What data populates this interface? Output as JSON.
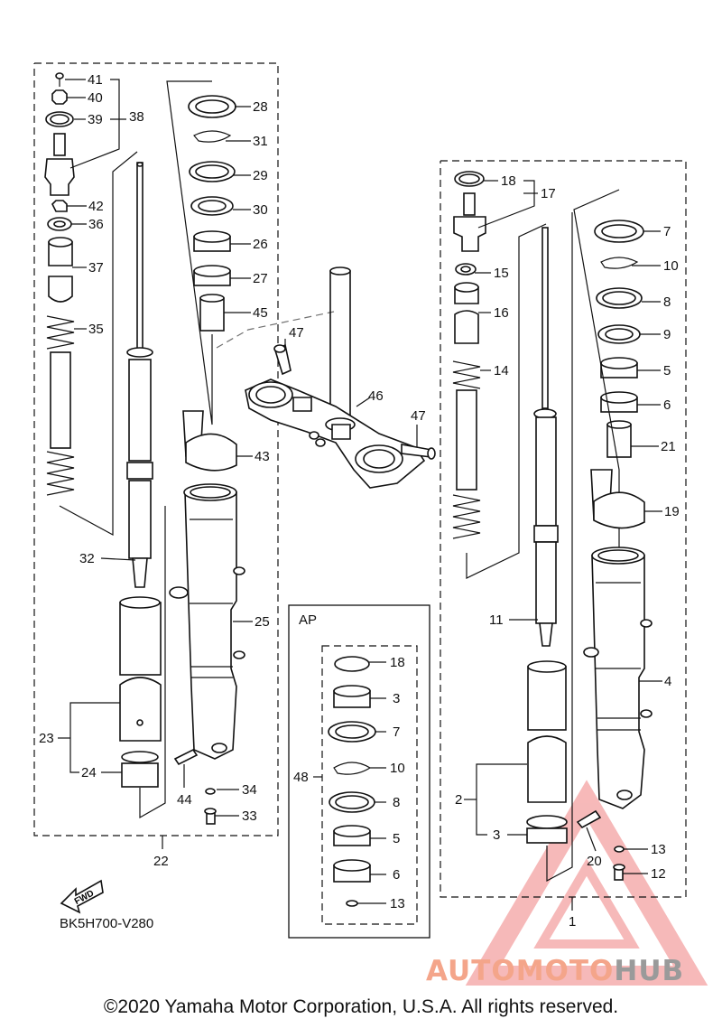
{
  "footer": {
    "copyright": "©2020 Yamaha Motor Corporation, U.S.A. All rights reserved."
  },
  "diagram": {
    "code": "BK5H700-V280",
    "fwd_label": "FWD",
    "kit_box_label": "AP"
  },
  "watermark": {
    "part1": "AUTOMOTO",
    "part2": "HUB",
    "colors": {
      "triangle": "#f08080",
      "text": "#f4a58a",
      "text2": "#9a9a9a"
    }
  },
  "callouts": [
    {
      "id": "c41",
      "text": "41"
    },
    {
      "id": "c40",
      "text": "40"
    },
    {
      "id": "c39",
      "text": "39"
    },
    {
      "id": "c38",
      "text": "38"
    },
    {
      "id": "c42",
      "text": "42"
    },
    {
      "id": "c36",
      "text": "36"
    },
    {
      "id": "c37",
      "text": "37"
    },
    {
      "id": "c35",
      "text": "35"
    },
    {
      "id": "c28",
      "text": "28"
    },
    {
      "id": "c31",
      "text": "31"
    },
    {
      "id": "c29",
      "text": "29"
    },
    {
      "id": "c30",
      "text": "30"
    },
    {
      "id": "c26",
      "text": "26"
    },
    {
      "id": "c27",
      "text": "27"
    },
    {
      "id": "c45",
      "text": "45"
    },
    {
      "id": "c43",
      "text": "43"
    },
    {
      "id": "c32",
      "text": "32"
    },
    {
      "id": "c25",
      "text": "25"
    },
    {
      "id": "c23",
      "text": "23"
    },
    {
      "id": "c24",
      "text": "24"
    },
    {
      "id": "c44",
      "text": "44"
    },
    {
      "id": "c34",
      "text": "34"
    },
    {
      "id": "c33",
      "text": "33"
    },
    {
      "id": "c22",
      "text": "22"
    },
    {
      "id": "c47a",
      "text": "47"
    },
    {
      "id": "c46",
      "text": "46"
    },
    {
      "id": "c47b",
      "text": "47"
    },
    {
      "id": "c18",
      "text": "18"
    },
    {
      "id": "c17",
      "text": "17"
    },
    {
      "id": "c15",
      "text": "15"
    },
    {
      "id": "c16",
      "text": "16"
    },
    {
      "id": "c14",
      "text": "14"
    },
    {
      "id": "c11",
      "text": "11"
    },
    {
      "id": "c7",
      "text": "7"
    },
    {
      "id": "c10",
      "text": "10"
    },
    {
      "id": "c8",
      "text": "8"
    },
    {
      "id": "c9",
      "text": "9"
    },
    {
      "id": "c5",
      "text": "5"
    },
    {
      "id": "c6",
      "text": "6"
    },
    {
      "id": "c21",
      "text": "21"
    },
    {
      "id": "c19",
      "text": "19"
    },
    {
      "id": "c4",
      "text": "4"
    },
    {
      "id": "c2",
      "text": "2"
    },
    {
      "id": "c3",
      "text": "3"
    },
    {
      "id": "c20",
      "text": "20"
    },
    {
      "id": "c13",
      "text": "13"
    },
    {
      "id": "c12",
      "text": "12"
    },
    {
      "id": "c1",
      "text": "1"
    },
    {
      "id": "ap18",
      "text": "18"
    },
    {
      "id": "ap3",
      "text": "3"
    },
    {
      "id": "ap7",
      "text": "7"
    },
    {
      "id": "ap48",
      "text": "48"
    },
    {
      "id": "ap10",
      "text": "10"
    },
    {
      "id": "ap8",
      "text": "8"
    },
    {
      "id": "ap5",
      "text": "5"
    },
    {
      "id": "ap6",
      "text": "6"
    },
    {
      "id": "ap13",
      "text": "13"
    }
  ]
}
